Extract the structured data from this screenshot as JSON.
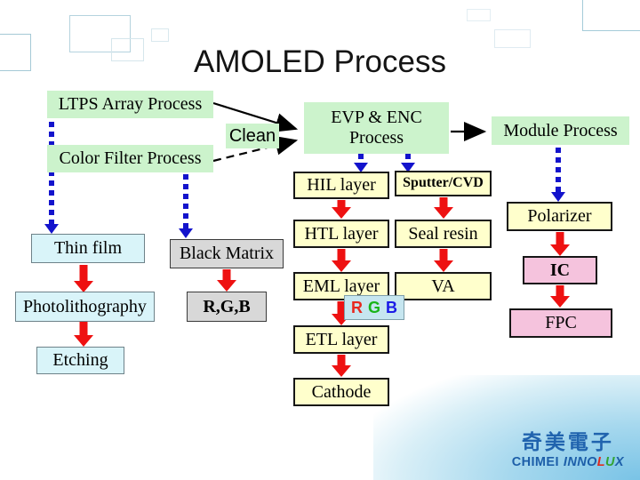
{
  "title": "AMOLED Process",
  "flow": {
    "ltps": "LTPS Array Process",
    "color_filter": "Color Filter Process",
    "clean": "Clean",
    "evp": "EVP & ENC Process",
    "module": "Module Process"
  },
  "ltps_chain": [
    "Thin film",
    "Photolithography",
    "Etching"
  ],
  "cf_chain": [
    "Black Matrix",
    "R,G,B"
  ],
  "evp_chain_left": [
    "HIL layer",
    "HTL layer",
    "EML layer",
    "ETL layer",
    "Cathode"
  ],
  "evp_chain_right": [
    "Sputter/CVD",
    "Seal resin",
    "VA"
  ],
  "module_chain": [
    "Polarizer",
    "IC",
    "FPC"
  ],
  "rgb_note": [
    {
      "text": "R",
      "color": "#e8281e"
    },
    {
      "text": "G",
      "color": "#18b418"
    },
    {
      "text": "B",
      "color": "#1a1ae6"
    }
  ],
  "logo": {
    "chinese": "奇美電子",
    "chimei": "CHIMEI",
    "innolux": [
      {
        "text": "INNO",
        "color": "#1d5fa9"
      },
      {
        "text": "L",
        "color": "#df2b1f"
      },
      {
        "text": "U",
        "color": "#33a433"
      },
      {
        "text": "X",
        "color": "#1d5fa9"
      }
    ]
  },
  "colors": {
    "green_box": "#ccf3cc",
    "yellow_box": "#ffffcc",
    "cyan_box": "#d9f4f9",
    "gray_box": "#d8d8d8",
    "pink_box": "#f5c3dd",
    "rgb_note_bg": "#c6e6f0",
    "blue_arrow": "#1313cc",
    "red_arrow": "#ee1111",
    "logo_blue": "#1d5fa9"
  }
}
